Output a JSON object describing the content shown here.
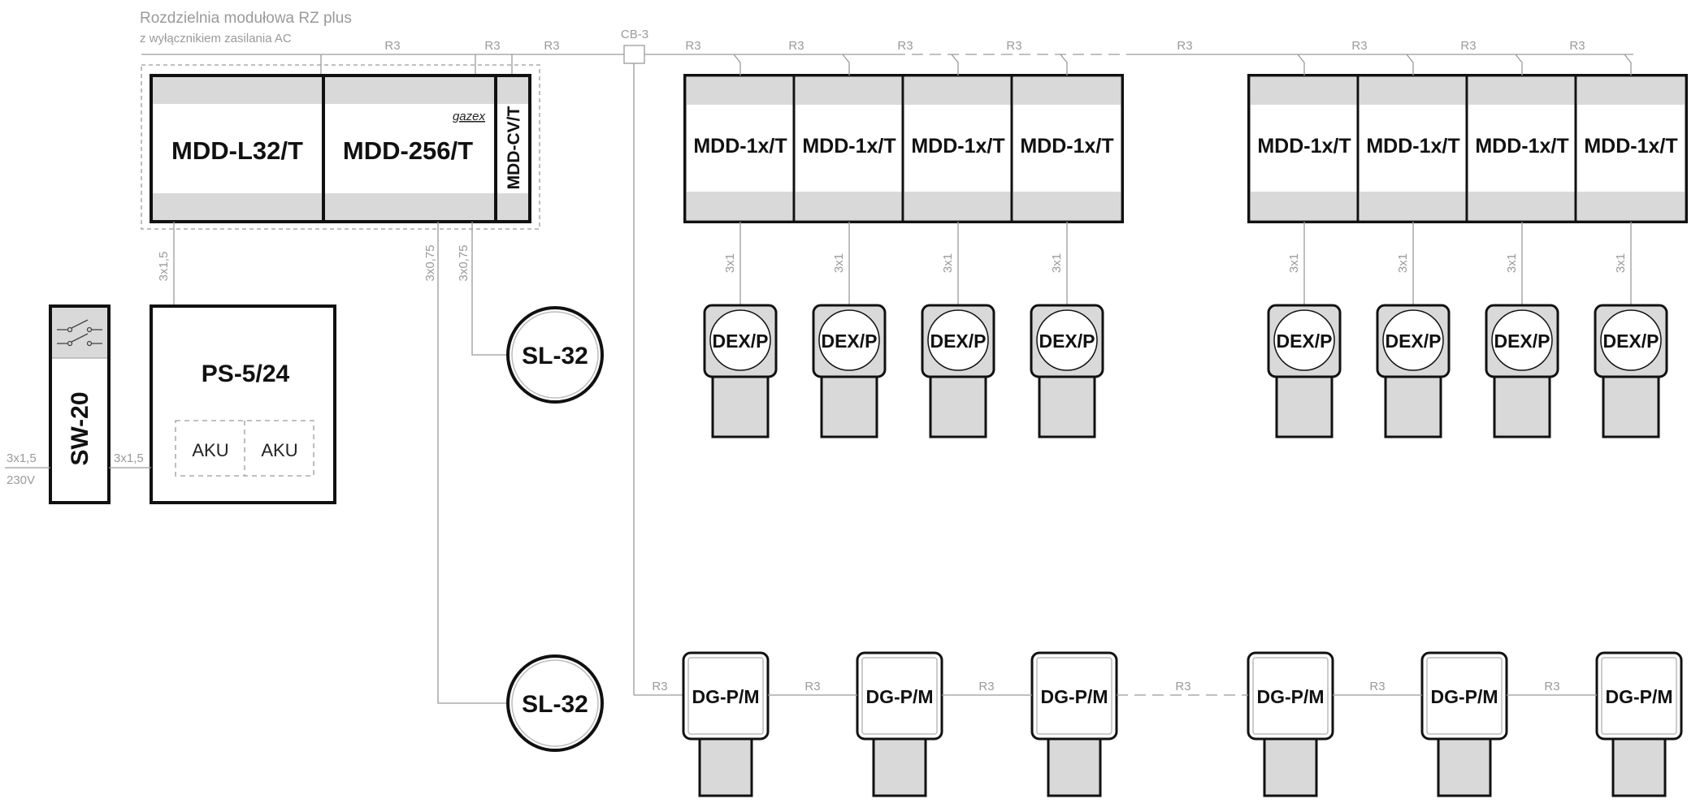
{
  "enclosure": {
    "title": "Rozdzielnia modułowa RZ plus",
    "subtitle": "z wyłącznikiem zasilania AC"
  },
  "modules": {
    "mdd_l32": "MDD-L32/T",
    "mdd_256": "MDD-256/T",
    "mdd_cv": "MDD-CV/T",
    "brand": "gazex",
    "ps": "PS-5/24",
    "aku": "AKU",
    "sw": "SW-20",
    "sl": "SL-32",
    "mdd_1x": "MDD-1x/T",
    "dex": "DEX/P",
    "dg": "DG-P/M"
  },
  "labels": {
    "r3": "R3",
    "cb3": "CB-3",
    "c3x1": "3x1",
    "c3x1_5": "3x1,5",
    "c3x0_75": "3x0,75",
    "v230": "230V"
  }
}
